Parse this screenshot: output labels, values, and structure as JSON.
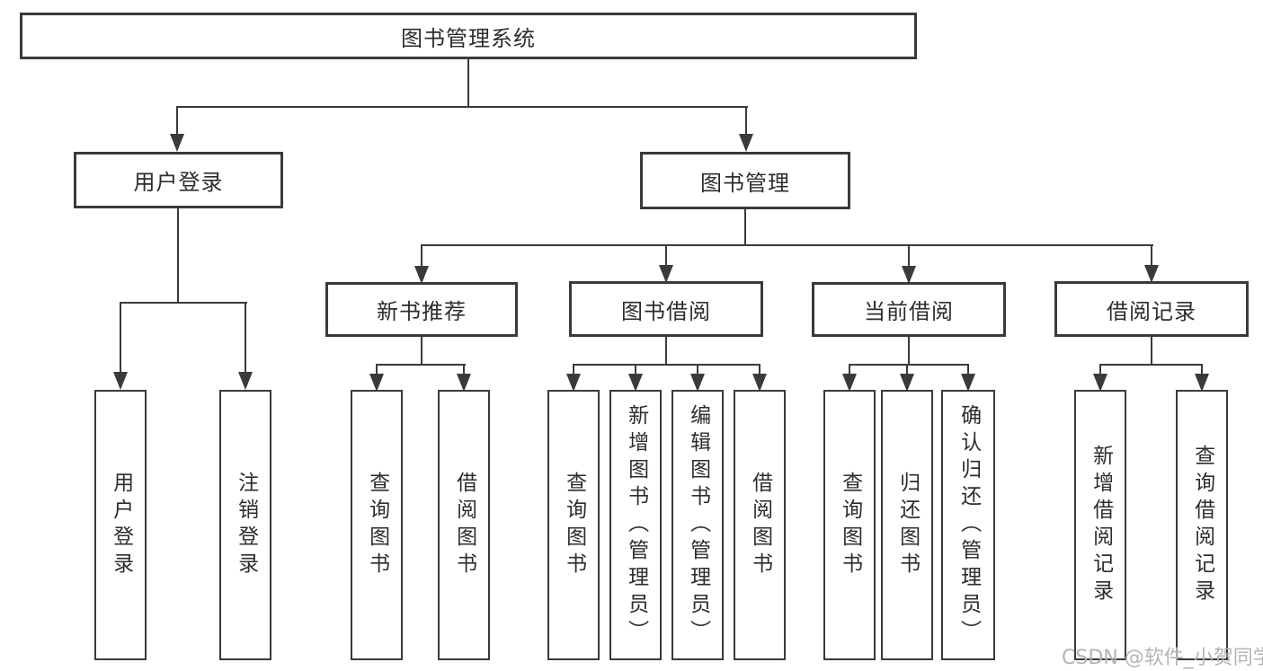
{
  "nodes": {
    "root": "图书管理系统",
    "user_login": "用户登录",
    "book_mgmt": "图书管理",
    "new_book_rec": "新书推荐",
    "book_borrow": "图书借阅",
    "current_borrow": "当前借阅",
    "borrow_records": "借阅记录",
    "leaf_user_login": "用户登录",
    "leaf_logout": "注销登录",
    "leaf_nb_query": "查询图书",
    "leaf_nb_borrow": "借阅图书",
    "leaf_bb_query": "查询图书",
    "leaf_bb_add": "新增图书（管理员）",
    "leaf_bb_edit": "编辑图书（管理员）",
    "leaf_bb_borrow": "借阅图书",
    "leaf_cb_query": "查询图书",
    "leaf_cb_return": "归还图书",
    "leaf_cb_confirm": "确认归还（管理员）",
    "leaf_br_add": "新增借阅记录",
    "leaf_br_query": "查询借阅记录"
  },
  "watermark": "CSDN @软件_小贺同学",
  "colors": {
    "line": "#3a3a3a",
    "text": "#2d2d2d",
    "watermark": "#b4b4b4",
    "background": "#ffffff"
  }
}
